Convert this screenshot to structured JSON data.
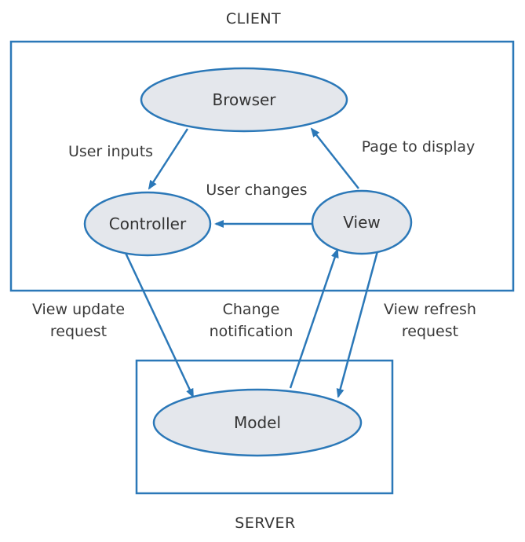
{
  "diagram": {
    "client_title": "CLIENT",
    "server_title": "SERVER",
    "nodes": {
      "browser": "Browser",
      "controller": "Controller",
      "view": "View",
      "model": "Model"
    },
    "edges": {
      "user_inputs": "User inputs",
      "page_to_display": "Page to display",
      "user_changes": "User changes",
      "view_update_request_line1": "View update",
      "view_update_request_line2": "request",
      "change_notification_line1": "Change",
      "change_notification_line2": "notification",
      "view_refresh_request_line1": "View refresh",
      "view_refresh_request_line2": "request"
    },
    "colors": {
      "stroke": "#2b78b8",
      "node_fill": "#e4e7ec",
      "text": "#333333"
    }
  }
}
